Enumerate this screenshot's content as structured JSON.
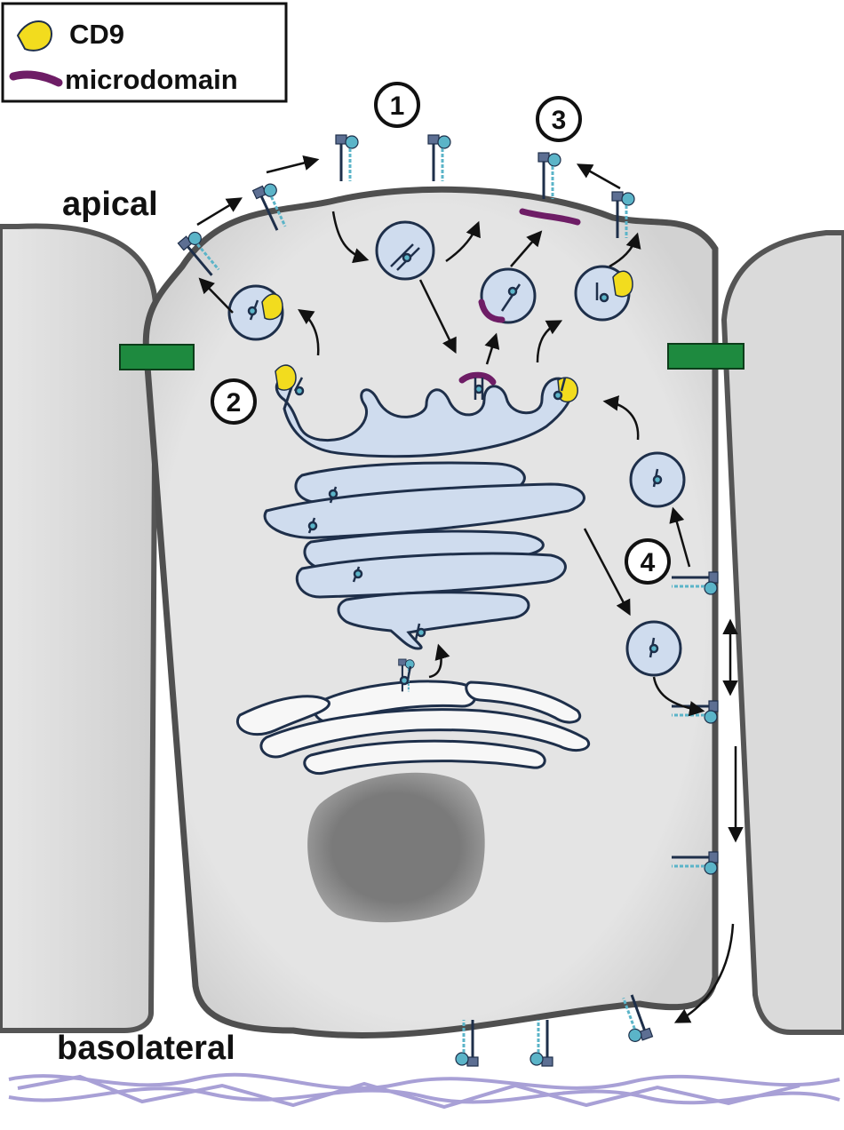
{
  "legend": {
    "items": [
      {
        "label": "CD9",
        "color": "#f2dc1e"
      },
      {
        "label": "microdomain",
        "color": "#6e1d66"
      }
    ]
  },
  "labels": {
    "apical": "apical",
    "basolateral": "basolateral"
  },
  "steps": [
    "1",
    "2",
    "3",
    "4"
  ],
  "colors": {
    "cell_fill": "#e2e2e2",
    "membrane": "#555555",
    "golgi": "#cfdcee",
    "golgi_outline": "#1e2f4a",
    "nucleus": "#7d7d7d",
    "junction": "#1e8a3f",
    "matrix": "#9a90cf",
    "vesicle": "#cfdcee",
    "protein": "#5bb4c8"
  }
}
